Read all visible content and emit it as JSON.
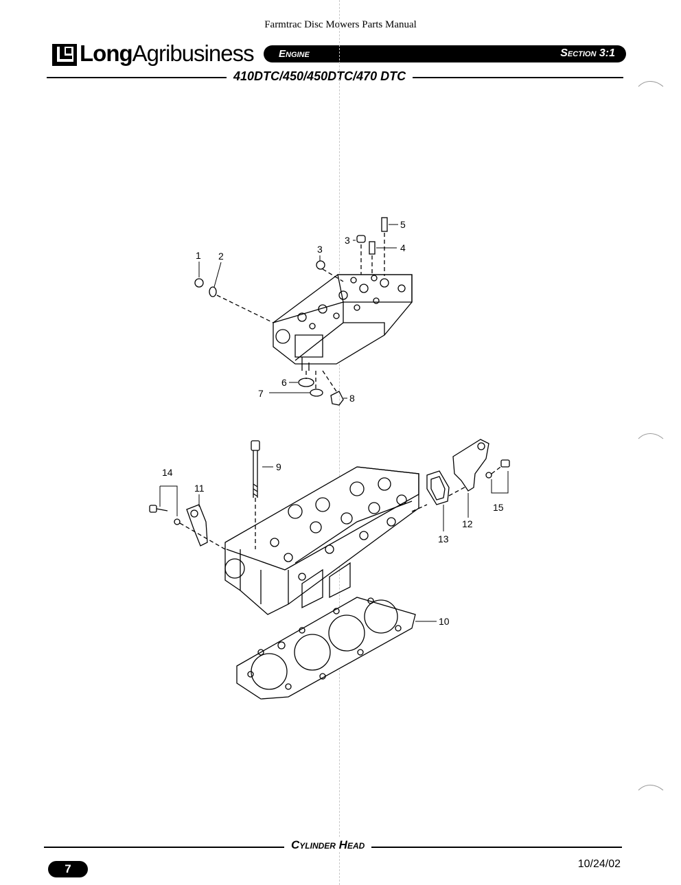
{
  "document": {
    "title": "Farmtrac Disc Mowers Parts Manual"
  },
  "header": {
    "brand_bold": "Long",
    "brand_regular": "Agribusiness",
    "section_label": "Engine",
    "section_number": "Section 3:1",
    "models": "410DTC/450/450DTC/470 DTC"
  },
  "diagram": {
    "callouts": [
      "1",
      "2",
      "3",
      "3",
      "4",
      "5",
      "6",
      "7",
      "8",
      "9",
      "10",
      "11",
      "12",
      "13",
      "14",
      "15"
    ]
  },
  "footer": {
    "title": "Cylinder Head",
    "page_number": "7",
    "date": "10/24/02"
  }
}
